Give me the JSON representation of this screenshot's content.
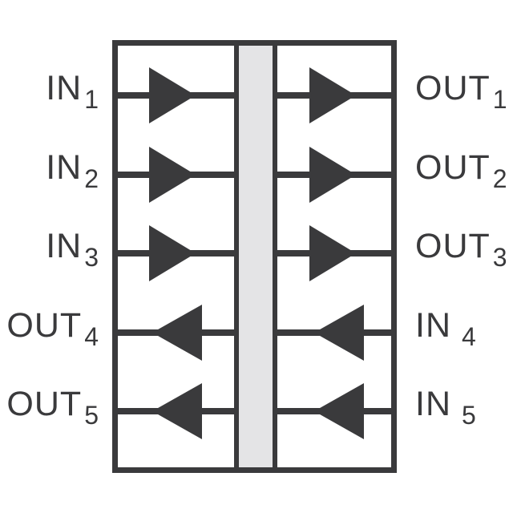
{
  "diagram": {
    "kind": "5-channel isolator functional block diagram",
    "colors": {
      "stroke": "#3a3a3c",
      "barrier_fill": "#e4e4e6",
      "background": "#ffffff"
    },
    "channels": [
      {
        "left": {
          "name": "IN",
          "sub": "1"
        },
        "right": {
          "name": "OUT",
          "sub": "1"
        },
        "direction": "left-to-right"
      },
      {
        "left": {
          "name": "IN",
          "sub": "2"
        },
        "right": {
          "name": "OUT",
          "sub": "2"
        },
        "direction": "left-to-right"
      },
      {
        "left": {
          "name": "IN",
          "sub": "3"
        },
        "right": {
          "name": "OUT",
          "sub": "3"
        },
        "direction": "left-to-right"
      },
      {
        "left": {
          "name": "OUT",
          "sub": "4"
        },
        "right": {
          "name": "IN",
          "sub": "4"
        },
        "direction": "right-to-left"
      },
      {
        "left": {
          "name": "OUT",
          "sub": "5"
        },
        "right": {
          "name": "IN",
          "sub": "5"
        },
        "direction": "right-to-left"
      }
    ]
  }
}
